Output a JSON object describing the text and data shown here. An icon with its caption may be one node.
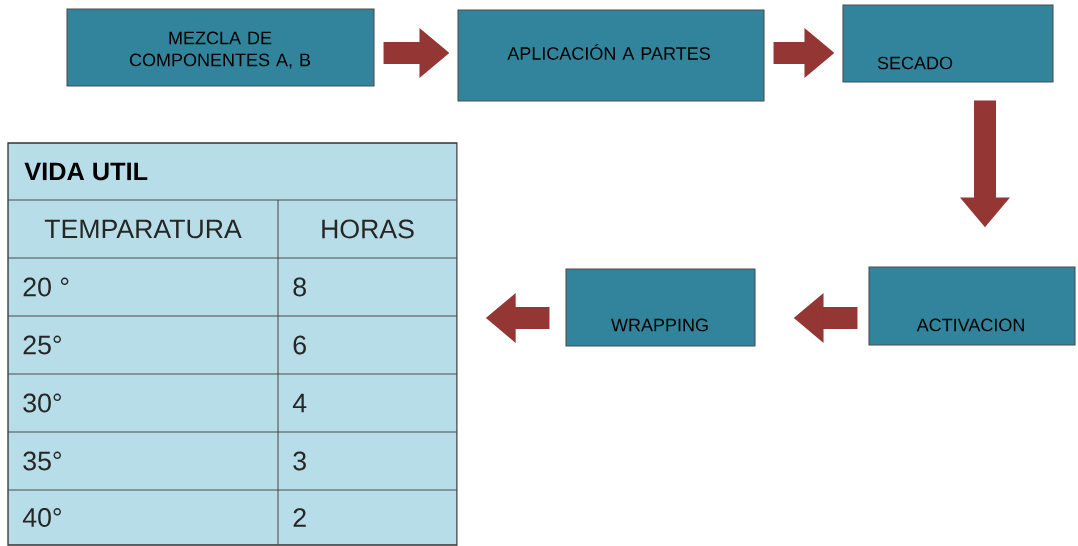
{
  "diagram": {
    "nodes": [
      {
        "text": [
          "MEZCLA DE COMPONENTES A, B"
        ]
      },
      {
        "text": [
          "APLICACIÓN A PARTES"
        ]
      },
      {
        "text": [
          "SECADO"
        ]
      },
      {
        "text": [
          "ACTIVACION"
        ]
      },
      {
        "text": [
          "WRAPPING"
        ]
      },
      {
        "text": [
          "VIDA UTIL"
        ]
      }
    ],
    "edges": [
      {
        "from": 0,
        "to": 1,
        "arrow": "to"
      },
      {
        "from": 1,
        "to": 2,
        "arrow": "to"
      },
      {
        "from": 2,
        "to": 3,
        "arrow": "to"
      },
      {
        "from": 3,
        "to": 4,
        "arrow": "to"
      },
      {
        "from": 4,
        "to": 5,
        "arrow": "to"
      }
    ],
    "labels": [
      "TEMPARATURA",
      "HORAS",
      "20 °",
      "8",
      "25°",
      "6",
      "30°",
      "4",
      "35°",
      "3",
      "40°",
      "2"
    ]
  }
}
